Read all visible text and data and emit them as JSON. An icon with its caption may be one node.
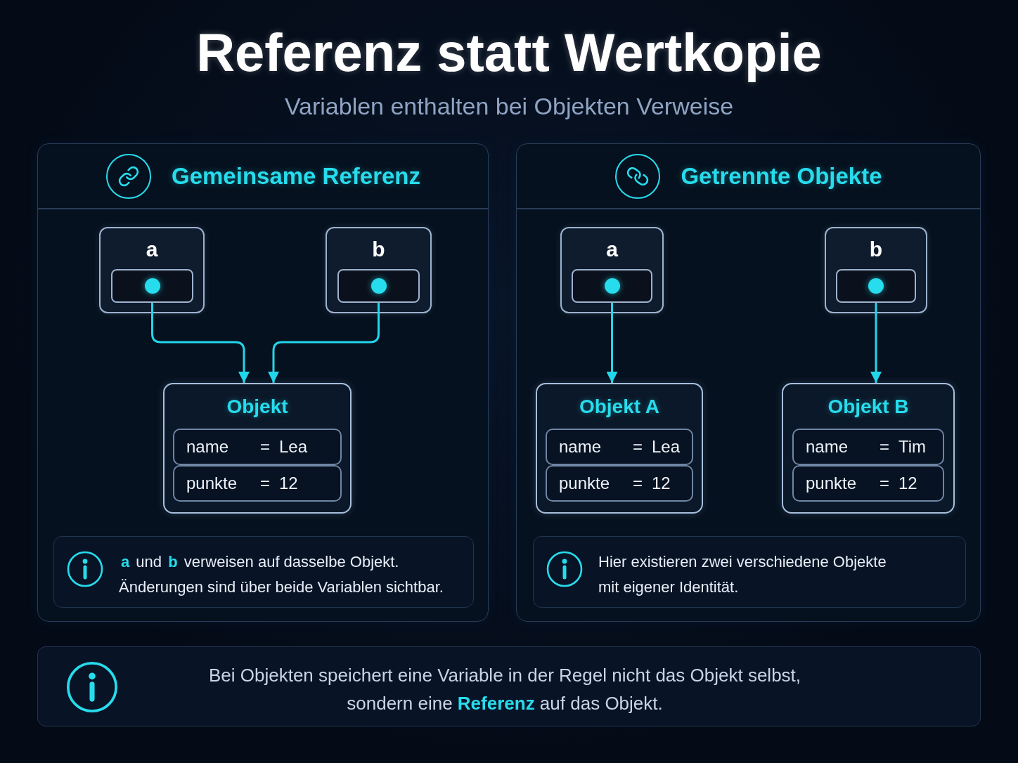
{
  "diagram": {
    "title": "Referenz statt Wertkopie",
    "nodes": [
      {
        "text": [
          "Gemeinsame Referenz"
        ]
      },
      {
        "text": [
          "a"
        ],
        "in": 0
      },
      {
        "text": [],
        "shape": "box",
        "in": 1
      },
      {
        "text": [
          "b"
        ],
        "in": 0
      },
      {
        "text": [],
        "shape": "box",
        "in": 3
      },
      {
        "text": [
          "Objekt"
        ],
        "in": 0
      },
      {
        "text": [
          "name",
          "=",
          "Lea"
        ],
        "in": 5
      },
      {
        "text": [
          "punkte",
          "=",
          "12"
        ],
        "in": 5
      },
      {
        "text": [
          "**a** und **b** verweisen auf dasselbe Objekt. Änderungen sind über beide Variablen sichtbar."
        ],
        "in": 0
      },
      {
        "text": [
          "Getrennte Objekte"
        ]
      },
      {
        "text": [
          "a"
        ],
        "in": 9
      },
      {
        "text": [],
        "shape": "box",
        "in": 10
      },
      {
        "text": [
          "b"
        ],
        "in": 9
      },
      {
        "text": [],
        "shape": "box",
        "in": 12
      },
      {
        "text": [
          "Objekt A"
        ],
        "in": 9
      },
      {
        "text": [
          "name",
          "=",
          "Lea"
        ],
        "in": 14
      },
      {
        "text": [
          "punkte",
          "=",
          "12"
        ],
        "in": 14
      },
      {
        "text": [
          "Objekt B"
        ],
        "in": 9
      },
      {
        "text": [
          "name",
          "=",
          "Tim"
        ],
        "in": 17
      },
      {
        "text": [
          "punkte",
          "=",
          "12"
        ],
        "in": 17
      },
      {
        "text": [
          "Hier existieren zwei verschiedene Objekte mit eigener Identität."
        ],
        "in": 9
      },
      {
        "text": [
          "Bei Objekten speichert eine Variable in der Regel nicht das Objekt selbst, sondern eine **Referenz** auf das Objekt."
        ]
      }
    ],
    "edges": [
      {
        "from": 2,
        "to": 5,
        "arrow": "to"
      },
      {
        "from": 4,
        "to": 5,
        "arrow": "to"
      },
      {
        "from": 11,
        "to": 14,
        "arrow": "to"
      },
      {
        "from": 13,
        "to": 17,
        "arrow": "to"
      }
    ],
    "labels": [
      "Variablen enthalten bei Objekten Verweise"
    ]
  }
}
